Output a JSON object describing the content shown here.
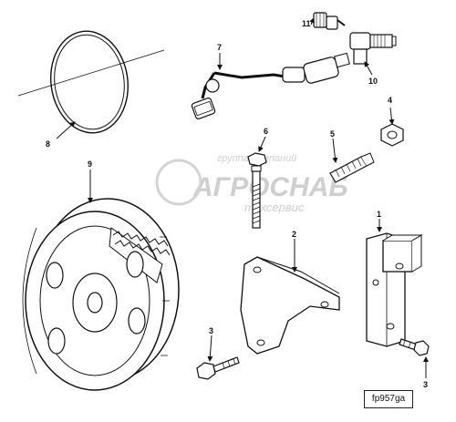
{
  "figure_ref": "fp957ga",
  "watermark": {
    "top": "группа компаний",
    "main": "АГРОСНАБ",
    "sub": "техсервис"
  },
  "callouts": [
    "1",
    "2",
    "3",
    "3",
    "4",
    "5",
    "6",
    "7",
    "8",
    "9",
    "10",
    "11"
  ]
}
